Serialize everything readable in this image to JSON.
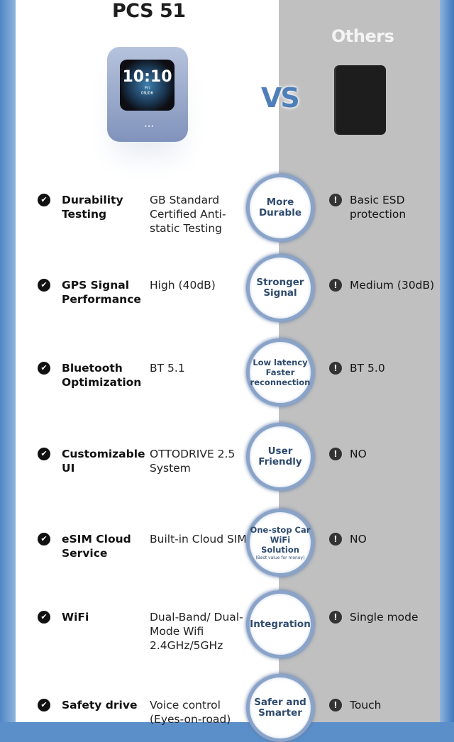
{
  "header": {
    "left_title": "PCS 51",
    "right_title": "Others",
    "vs_label": "VS",
    "device_time": "10:10",
    "device_day": "Fri",
    "device_date": "09/06"
  },
  "rows": [
    {
      "feature": "Durability Testing",
      "value": "GB Standard Certified Anti-static Testing",
      "badge": "More Durable",
      "other": "Basic ESD protection"
    },
    {
      "feature": "GPS Signal Performance",
      "value": "High (40dB)",
      "badge": "Stronger Signal",
      "other": "Medium (30dB)"
    },
    {
      "feature": "Bluetooth Optimization",
      "value": "BT 5.1",
      "badge": "Low latency Faster reconnection",
      "other": "BT 5.0"
    },
    {
      "feature": "Customizable UI",
      "value": "OTTODRIVE 2.5 System",
      "badge": "User Friendly",
      "other": "NO"
    },
    {
      "feature": "eSIM Cloud Service",
      "value": "Built-in Cloud SIM",
      "badge": "One-stop Car WiFi Solution",
      "badge_note": "(Best value for money)",
      "other": "NO"
    },
    {
      "feature": "WiFi",
      "value": "Dual-Band/ Dual-Mode Wifi 2.4GHz/5GHz",
      "badge": "Integration",
      "other": "Single mode"
    },
    {
      "feature": "Safety drive",
      "value": "Voice control (Eyes-on-road)",
      "badge": "Safer and Smarter",
      "other": "Touch"
    }
  ],
  "icons": {
    "check": "check-circle-icon",
    "warn": "exclamation-circle-icon"
  },
  "colors": {
    "accent": "#4f7fb8",
    "badge_text": "#2e4a6e",
    "other_bg": "#c0c0c0"
  }
}
